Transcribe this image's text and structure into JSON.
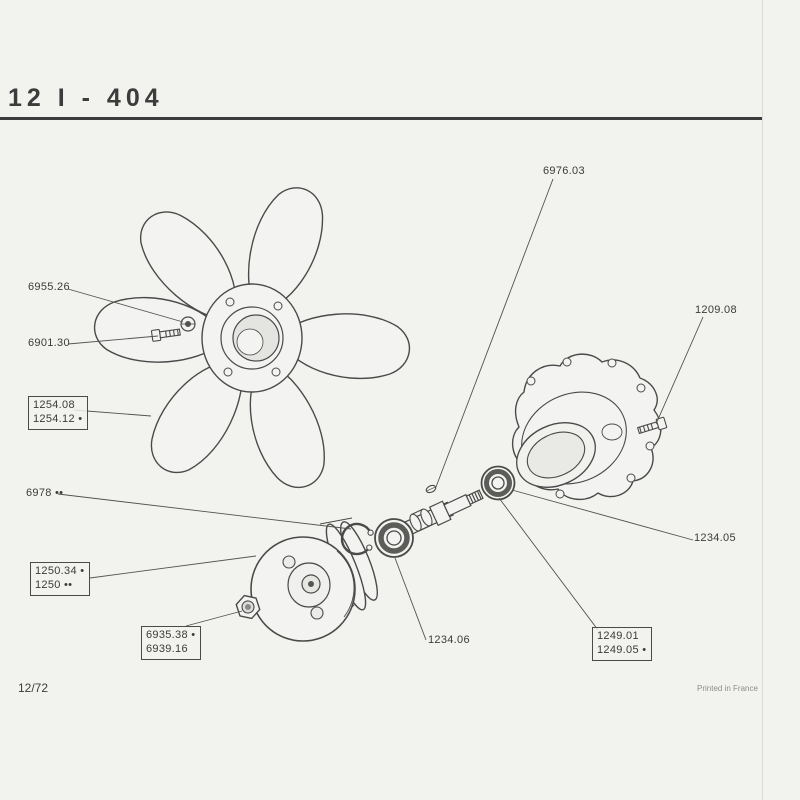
{
  "page": {
    "header": "12 I - 404",
    "footer_left": "12/72",
    "footer_right": "Printed in France"
  },
  "labels": {
    "p6976_03": "6976.03",
    "p6955_26": "6955.26",
    "p6901_30": "6901.30",
    "p1254_08": "1254.08",
    "p1254_12": "1254.12 •",
    "p1209_08": "1209.08",
    "p6978": "6978 ••",
    "p1250_34": "1250.34 •",
    "p1250": "1250 ••",
    "p6935_38": "6935.38 •",
    "p6939_16": "6939.16",
    "p1234_06": "1234.06",
    "p1249_01": "1249.01",
    "p1249_05": "1249.05 •",
    "p1234_05": "1234.05"
  },
  "colors": {
    "paper": "#f2f2ef",
    "ink": "#3c3c3c",
    "line": "#4a4a4a"
  }
}
